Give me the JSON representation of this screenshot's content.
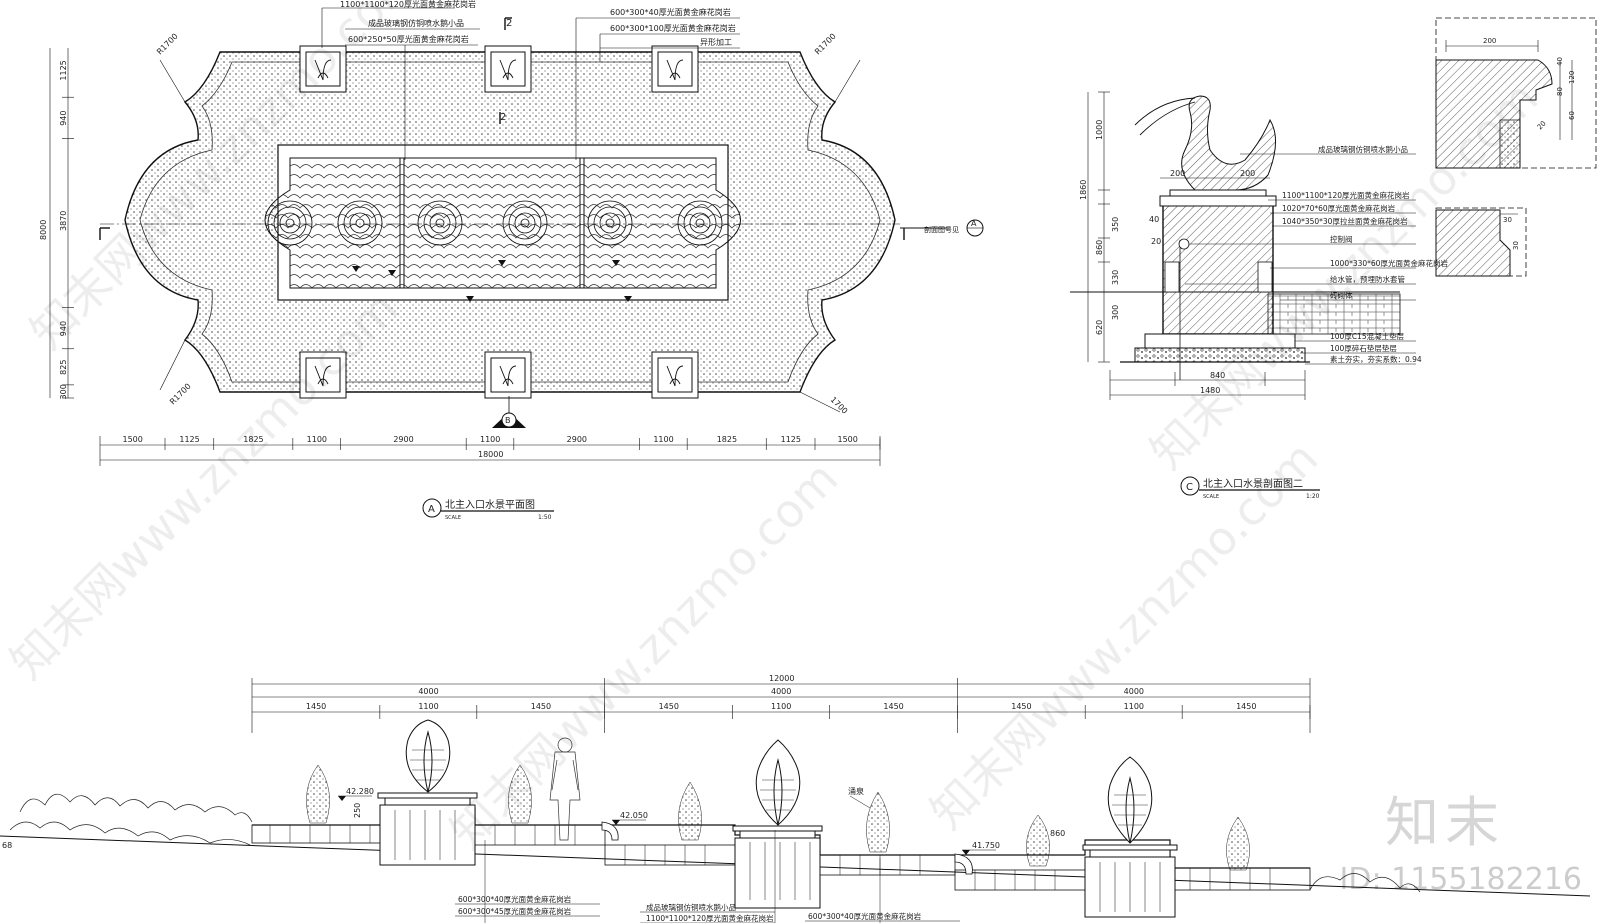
{
  "plan": {
    "title": "北主入口水景平面图",
    "marker": "A",
    "scale_label": "SCALE",
    "scale": "1:50",
    "notes": [
      "1100*1100*120厚光面黄金麻花岗岩",
      "成品玻璃钢仿铜喷水鹅小品",
      "600*250*50厚光面黄金麻花岗岩",
      "600*300*40厚光面黄金麻花岗岩",
      "600*300*100厚光面黄金麻花岗岩",
      "异形加工"
    ],
    "radius_labels": [
      "R1700",
      "R1700",
      "R1700",
      "1700"
    ],
    "section_marks": [
      "2",
      "2"
    ],
    "section_ref": "剖面图号见",
    "bottom_dims": [
      "1500",
      "1125",
      "1825",
      "1100",
      "2900",
      "1100",
      "2900",
      "1100",
      "1825",
      "1125",
      "1500"
    ],
    "total_dim": "18000",
    "left_dims": [
      "1125",
      "940",
      "3870",
      "940",
      "825",
      "300"
    ],
    "left_total": "8000",
    "bottom_marker": "B"
  },
  "section": {
    "title": "北主入口水景剖面图二",
    "marker": "C",
    "scale_label": "SCALE",
    "scale": "1:20",
    "notes": [
      "成品玻璃钢仿铜喷水鹅小品",
      "1100*1100*120厚光面黄金麻花岗岩",
      "1020*70*60厚光面黄金麻花岗岩",
      "1040*350*30厚拉丝面黄金麻花岗岩",
      "控制阀",
      "1000*330*60厚光面黄金麻花岗岩",
      "给水管，预埋防水套管",
      "砖砌体",
      "100厚C15混凝土垫层",
      "100厚碎石垫层垫层",
      "素土夯实，夯实系数：0.94"
    ],
    "left_dims": [
      "1000",
      "860",
      "350",
      "330",
      "300",
      "620"
    ],
    "left_total": "1860",
    "top_dims": [
      "200",
      "200"
    ],
    "bottom_dims": [
      "1480",
      "840"
    ],
    "small_dims": [
      "40",
      "20"
    ]
  },
  "details": {
    "top_dim": "200",
    "dims_a": [
      "40",
      "120",
      "80",
      "60",
      "20"
    ],
    "dims_b": [
      "30",
      "30"
    ]
  },
  "elevation": {
    "total": "12000",
    "groups": [
      "4000",
      "4000",
      "4000"
    ],
    "segments": [
      "1450",
      "1100",
      "1450",
      "1450",
      "1100",
      "1450",
      "1450",
      "1100",
      "1450"
    ],
    "levels": [
      "42.280",
      "42.050",
      "41.750"
    ],
    "edge_level": "68",
    "callout_left": "250",
    "callout_right": "860",
    "jet_label": "涌泉",
    "notes_left": [
      "600*300*40厚光面黄金麻花岗岩",
      "600*300*45厚光面黄金麻花岗岩"
    ],
    "notes_mid": [
      "成品玻璃钢仿铜喷水鹅小品",
      "1100*1100*120厚光面黄金麻花岗岩"
    ],
    "notes_right": [
      "600*300*40厚光面黄金麻花岗岩"
    ]
  },
  "watermark": "知末网www.znzmo.com",
  "brand": "知末",
  "id_text": "ID: 1155182216"
}
